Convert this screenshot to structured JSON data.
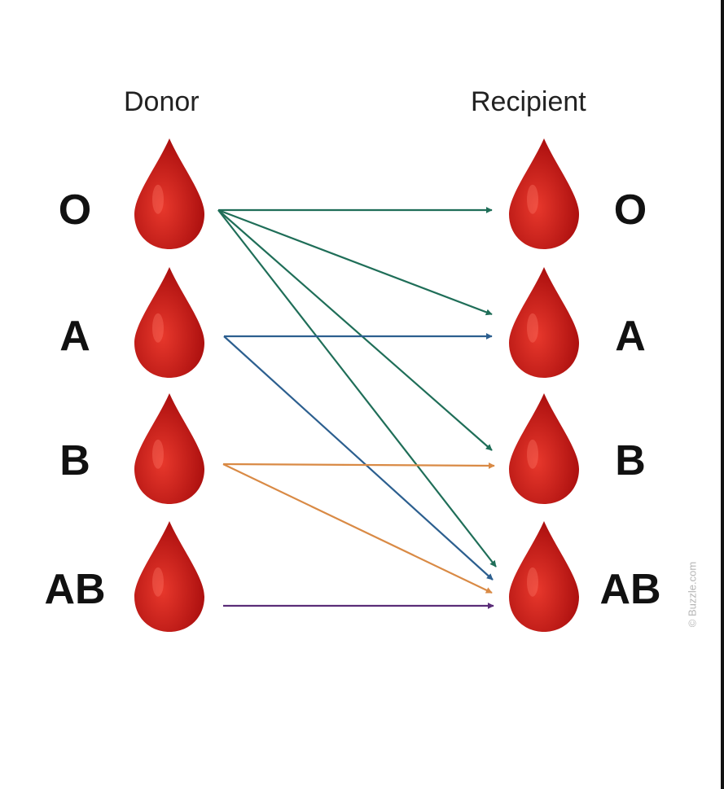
{
  "headers": {
    "donor": "Donor",
    "recipient": "Recipient"
  },
  "blood_types": [
    "O",
    "A",
    "B",
    "AB"
  ],
  "donor_labels": [
    "O",
    "A",
    "B",
    "AB"
  ],
  "recipient_labels": [
    "O",
    "A",
    "B",
    "AB"
  ],
  "compatibility": [
    {
      "from": "O",
      "to": "O",
      "color": "#1f6e58"
    },
    {
      "from": "O",
      "to": "A",
      "color": "#1f6e58"
    },
    {
      "from": "O",
      "to": "B",
      "color": "#1f6e58"
    },
    {
      "from": "O",
      "to": "AB",
      "color": "#1f6e58"
    },
    {
      "from": "A",
      "to": "A",
      "color": "#2c5f8f"
    },
    {
      "from": "A",
      "to": "AB",
      "color": "#2c5f8f"
    },
    {
      "from": "B",
      "to": "B",
      "color": "#d98a45"
    },
    {
      "from": "B",
      "to": "AB",
      "color": "#d98a45"
    },
    {
      "from": "AB",
      "to": "AB",
      "color": "#5a2d78"
    }
  ],
  "colors": {
    "drop_light": "#e8382c",
    "drop_dark": "#a80d0d",
    "text": "#111111"
  },
  "watermark": "© Buzzle.com"
}
